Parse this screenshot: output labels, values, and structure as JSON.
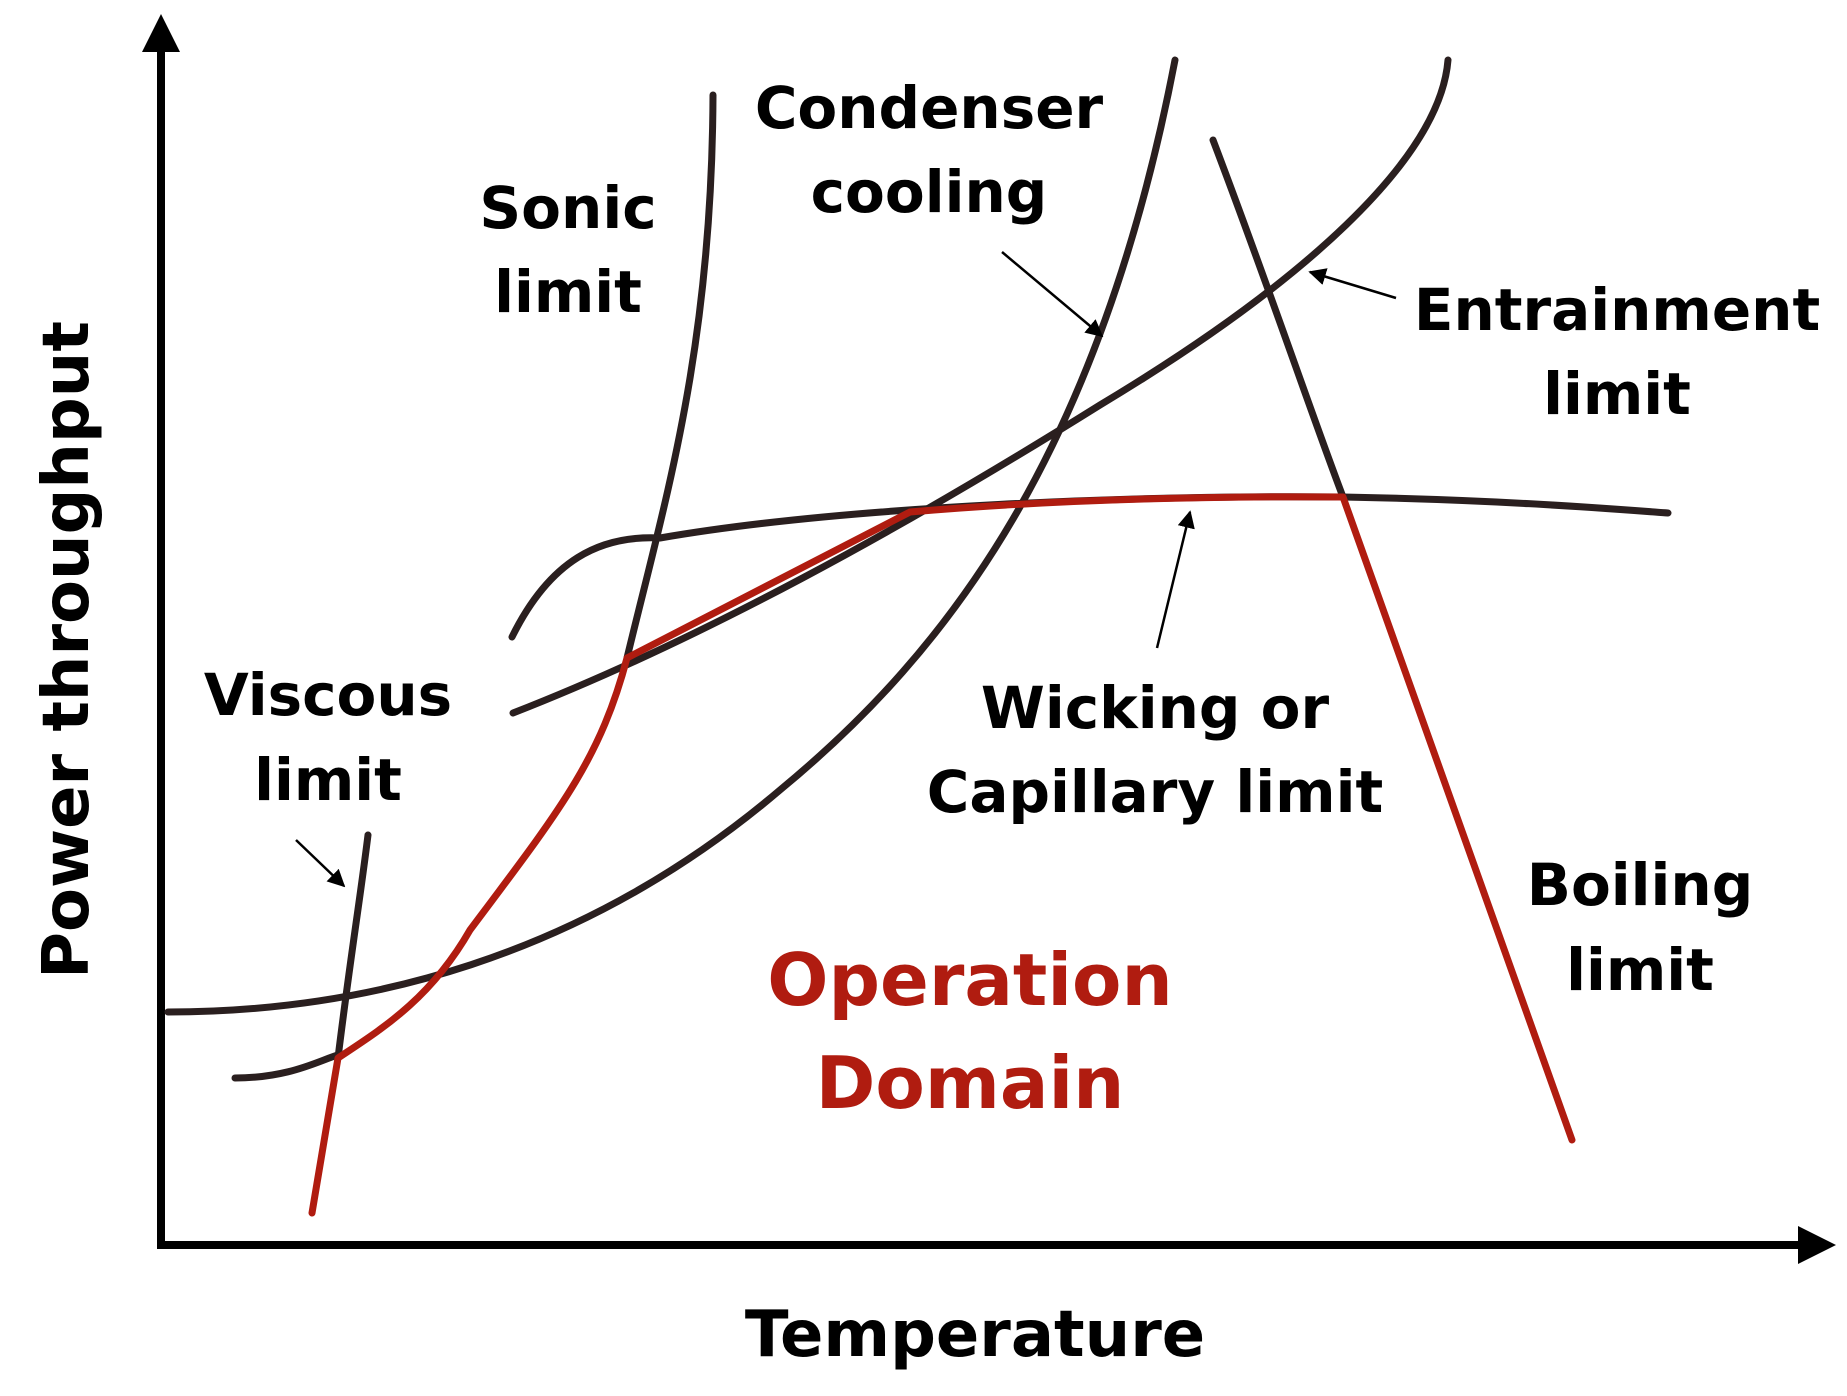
{
  "axes": {
    "x_label": "Temperature",
    "y_label": "Power throughput"
  },
  "labels": {
    "sonic_1": "Sonic",
    "sonic_2": "limit",
    "condenser_1": "Condenser",
    "condenser_2": "cooling",
    "entrainment_1": "Entrainment",
    "entrainment_2": "limit",
    "viscous_1": "Viscous",
    "viscous_2": "limit",
    "wicking_1": "Wicking or",
    "wicking_2": "Capillary limit",
    "boiling_1": "Boiling",
    "boiling_2": "limit",
    "domain_1": "Operation",
    "domain_2": "Domain"
  },
  "colors": {
    "limit_curve": "#2a1f1f",
    "operation_boundary": "#b01c10",
    "axis": "#000000"
  }
}
